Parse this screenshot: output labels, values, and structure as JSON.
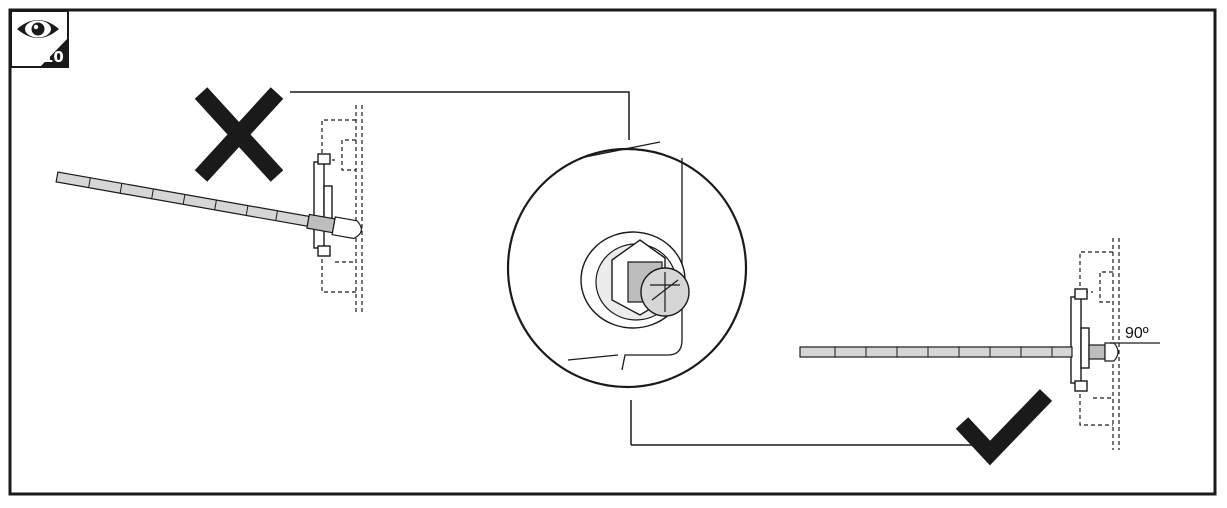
{
  "step": {
    "number": "10",
    "icon": "eye-icon"
  },
  "wrong_example": {
    "mark_icon": "cross-mark-icon"
  },
  "correct_example": {
    "mark_icon": "check-mark-icon",
    "angle_label": "90º"
  },
  "detail": {
    "icon": "magnified-connector-detail"
  },
  "colors": {
    "line": "#1a1a1a",
    "rod_fill": "#d6d6d6",
    "part_fill": "#bdbdbd"
  }
}
